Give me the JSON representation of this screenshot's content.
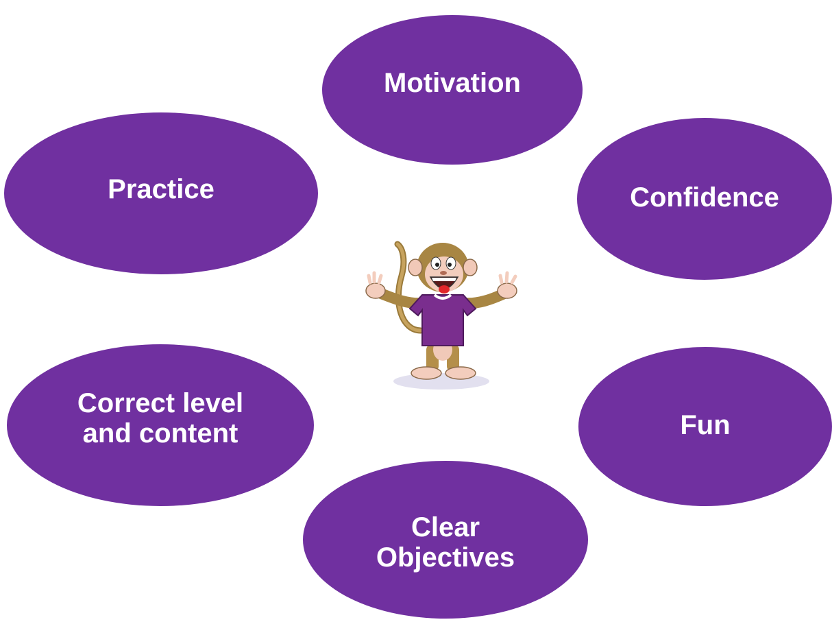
{
  "colors": {
    "ellipse_fill": "#7030a0",
    "ellipse_text": "#ffffff"
  },
  "nodes": {
    "motivation": "Motivation",
    "practice": "Practice",
    "confidence": "Confidence",
    "correct_level": "Correct level\nand content",
    "fun": "Fun",
    "clear_objectives": "Clear\nObjectives"
  },
  "center_image": {
    "icon": "monkey-mascot-icon"
  }
}
